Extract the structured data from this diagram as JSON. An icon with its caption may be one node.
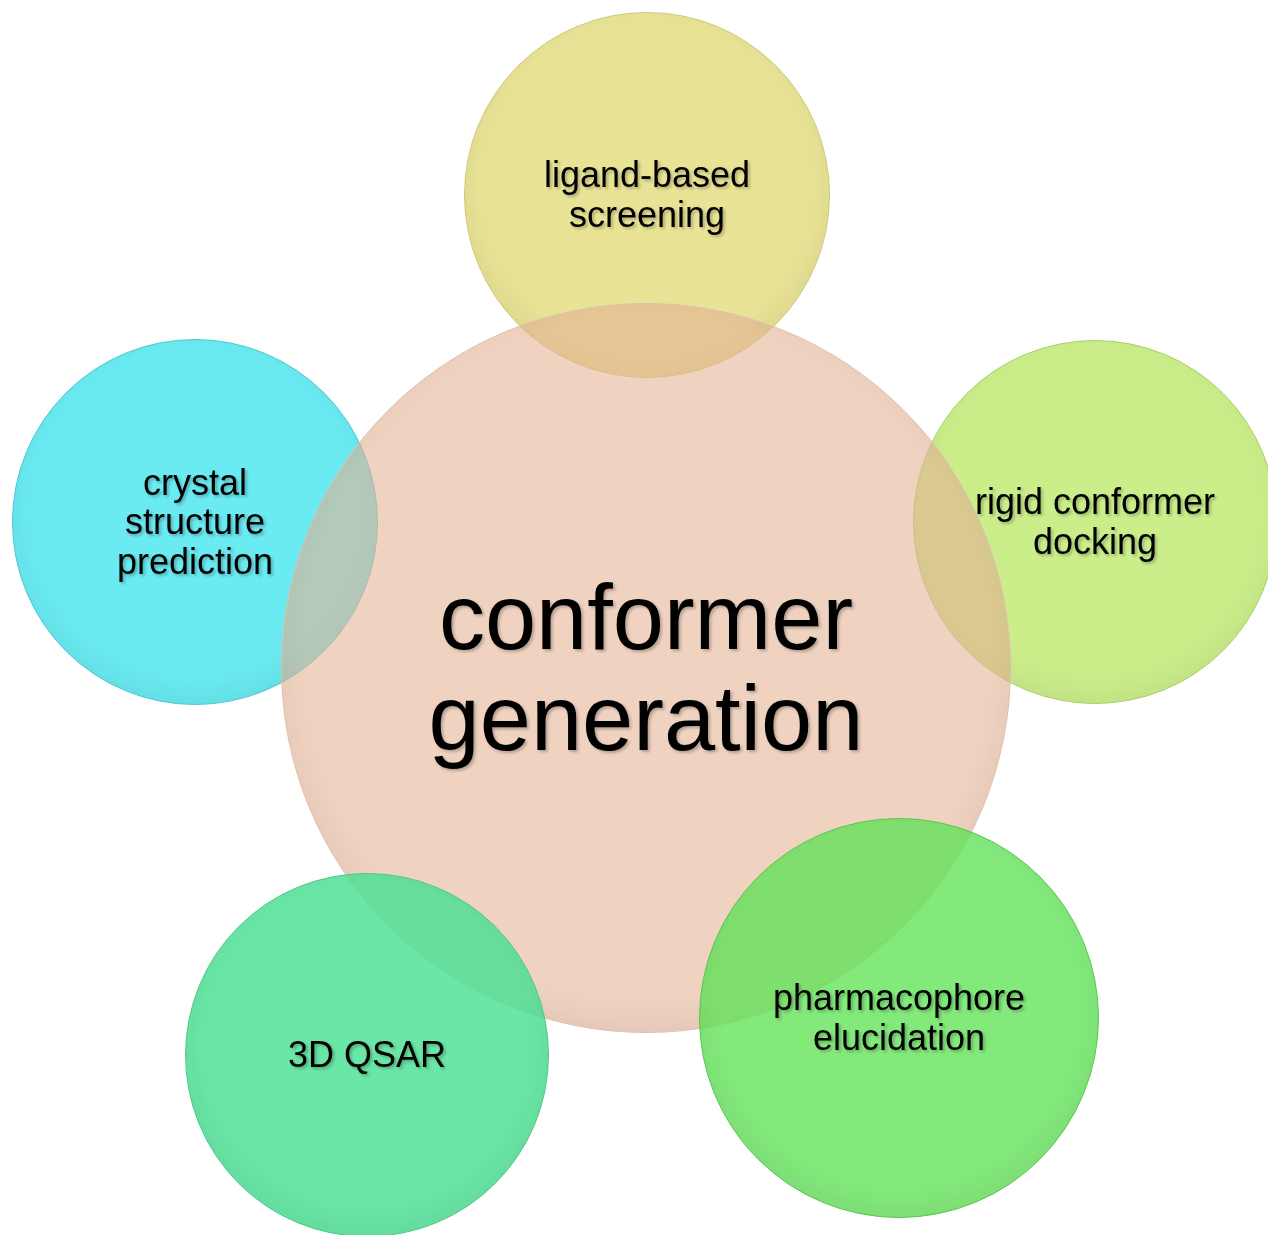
{
  "diagram": {
    "nodes": [
      {
        "text": [
          "ligand-based screening"
        ]
      },
      {
        "text": [
          "crystal structure prediction"
        ]
      },
      {
        "text": [
          "rigid conformer docking"
        ]
      },
      {
        "text": [
          "conformer generation"
        ]
      },
      {
        "text": [
          "pharmacophore elucidation"
        ]
      },
      {
        "text": [
          "3D QSAR"
        ]
      }
    ]
  }
}
